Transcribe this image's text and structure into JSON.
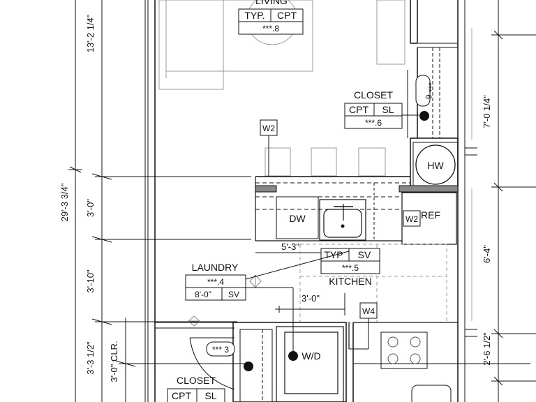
{
  "rooms": {
    "living": "LIVING",
    "closet_top": "CLOSET",
    "closet_bottom": "CLOSET",
    "laundry": "LAUNDRY",
    "kitchen": "KITCHEN"
  },
  "tags": {
    "living": {
      "finish_a": "TYP.",
      "finish_b": "CPT",
      "code": "***.8"
    },
    "closet_top": {
      "finish_a": "CPT",
      "finish_b": "SL",
      "code": "***.6"
    },
    "kitchen": {
      "finish_a": "TYP",
      "finish_b": "SV",
      "code": "***.5"
    },
    "laundry": {
      "code": "***.4",
      "height": "8'-0\"",
      "finish": "SV"
    },
    "closet_bottom": {
      "finish_a": "CPT",
      "finish_b": "SL"
    }
  },
  "door_tags": {
    "closet_top": "*** 6",
    "closet_bottom": "*** 3"
  },
  "windows": {
    "w2_upper": "W2",
    "w2_ref": "W2",
    "w4": "W4"
  },
  "fixtures": {
    "hw": "HW",
    "dw": "DW",
    "ref": "REF",
    "wd": "W/D"
  },
  "dimensions": {
    "left_13_2": "13'-2 1/4\"",
    "left_29_3": "29'-3 3/4\"",
    "left_3_0": "3'-0\"",
    "left_3_10": "3'-10\"",
    "left_3_3": "3'-3 1/2\"",
    "left_clr": "3'-0\" CLR.",
    "kitchen_5_3": "5'-3\"",
    "laundry_3_0": "3'-0\"",
    "right_7_0": "7'-0 1/4\"",
    "right_6_4": "6'-4\"",
    "right_2_6": "2'-6 1/2\""
  }
}
